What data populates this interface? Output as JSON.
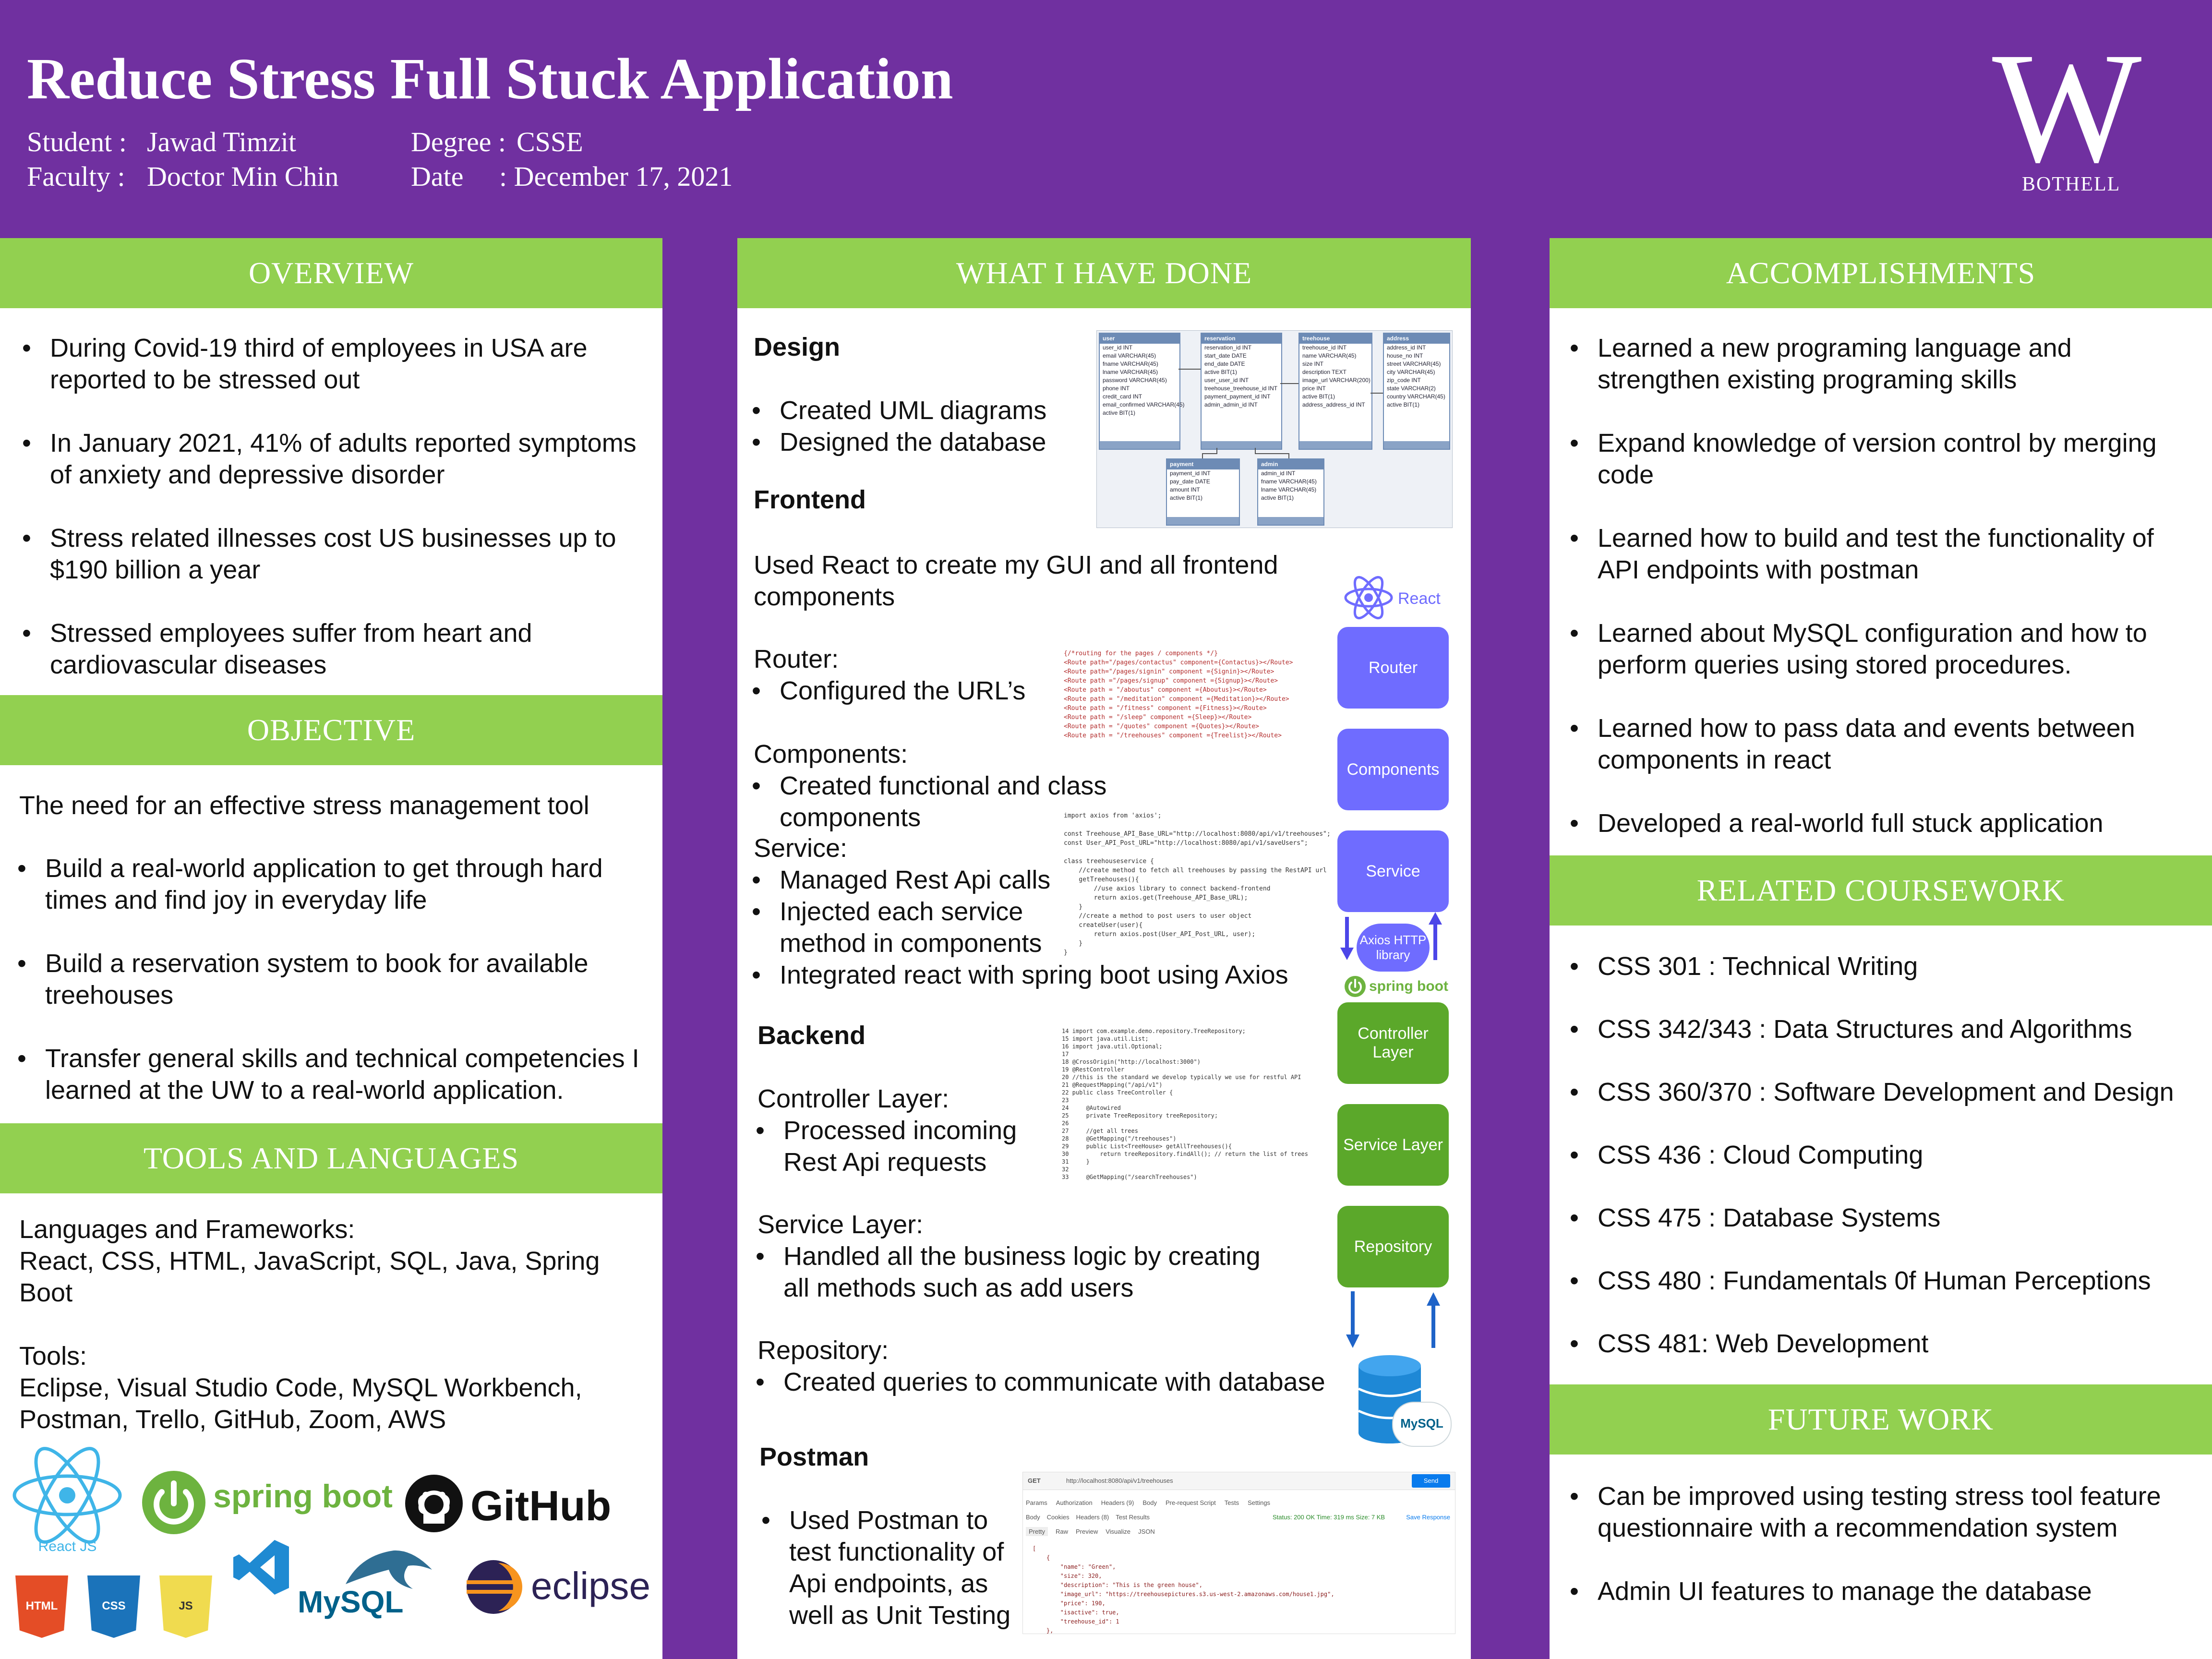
{
  "header": {
    "title": "Reduce Stress Full Stuck Application",
    "student_label": "Student :",
    "student": "Jawad Timzit",
    "faculty_label": "Faculty  :",
    "faculty": "Doctor Min Chin",
    "degree_label": "Degree :",
    "degree": "CSSE",
    "date_label": "Date",
    "date": ": December 17, 2021",
    "logo_letter": "W",
    "logo_sub": "BOTHELL"
  },
  "overview": {
    "heading": "OVERVIEW",
    "items": [
      "During Covid-19 third of employees in USA are reported to be stressed out",
      "In January 2021, 41% of adults reported symptoms of anxiety and depressive disorder",
      "Stress related illnesses cost US businesses up to $190 billion a year",
      "Stressed employees suffer from heart and cardiovascular diseases"
    ]
  },
  "objective": {
    "heading": "OBJECTIVE",
    "intro": "The need for an effective stress management tool",
    "items": [
      "Build a real-world application to get through hard times and find joy in everyday life",
      "Build a reservation system to book for available treehouses",
      "Transfer general skills and technical competencies I learned at the UW to a real-world application."
    ]
  },
  "tools": {
    "heading": "TOOLS AND LANGUAGES",
    "lang_label": "Languages and Frameworks:",
    "langs": "React, CSS, HTML, JavaScript, SQL, Java, Spring Boot",
    "tools_label": "Tools:",
    "tools": "Eclipse, Visual Studio Code, MySQL Workbench, Postman, Trello, GitHub, Zoom, AWS",
    "logos": {
      "react": "React JS",
      "spring": "spring boot",
      "github": "GitHub",
      "html": "HTML",
      "css": "CSS",
      "js": "JS",
      "mysql": "MySQL",
      "eclipse": "eclipse"
    }
  },
  "done": {
    "heading": "WHAT I HAVE DONE",
    "design_heading": "Design",
    "design_items": [
      "Created UML diagrams",
      "Designed the database"
    ],
    "frontend_heading": "Frontend",
    "frontend_text": "Used React to create my GUI and all frontend components",
    "router_label": "Router:",
    "router_items": [
      "Configured the URL’s"
    ],
    "components_label": "Components:",
    "components_items": [
      "Created functional and class components"
    ],
    "service_label": "Service:",
    "service_items": [
      "Managed Rest Api calls",
      "Injected each service method in components",
      "Integrated react with spring boot using Axios"
    ],
    "backend_heading": "Backend",
    "controller_label": "Controller Layer:",
    "controller_items": [
      "Processed incoming Rest Api requests"
    ],
    "servicelayer_label": "Service Layer:",
    "servicelayer_items": [
      "Handled all the business logic by creating all methods such as add users"
    ],
    "repository_label": "Repository:",
    "repository_items": [
      "Created queries to communicate with database"
    ],
    "postman_heading": "Postman",
    "postman_items": [
      "Used Postman to test functionality of Api endpoints, as well as Unit Testing"
    ]
  },
  "diagram": {
    "react": "React",
    "router": "Router",
    "components": "Components",
    "service": "Service",
    "axios": "Axios HTTP library",
    "springboot": "spring boot",
    "controller": "Controller Layer",
    "service_layer": "Service Layer",
    "repository": "Repository",
    "mysql": "MySQL"
  },
  "uml": {
    "tables": [
      {
        "name": "user",
        "rows": [
          "user_id INT",
          "email VARCHAR(45)",
          "fname VARCHAR(45)",
          "lname VARCHAR(45)",
          "password VARCHAR(45)",
          "phone INT",
          "credit_card INT",
          "email_confirmed VARCHAR(45)",
          "active BIT(1)"
        ]
      },
      {
        "name": "reservation",
        "rows": [
          "reservation_id INT",
          "start_date DATE",
          "end_date DATE",
          "active BIT(1)",
          "user_user_id INT",
          "treehouse_treehouse_id INT",
          "payment_payment_id INT",
          "admin_admin_id INT"
        ]
      },
      {
        "name": "treehouse",
        "rows": [
          "treehouse_id INT",
          "name VARCHAR(45)",
          "size INT",
          "description TEXT",
          "image_url VARCHAR(200)",
          "price INT",
          "active BIT(1)",
          "address_address_id INT"
        ]
      },
      {
        "name": "address",
        "rows": [
          "address_id INT",
          "house_no INT",
          "street VARCHAR(45)",
          "city VARCHAR(45)",
          "zip_code INT",
          "state VARCHAR(2)",
          "country VARCHAR(45)",
          "active BIT(1)"
        ]
      },
      {
        "name": "payment",
        "rows": [
          "payment_id INT",
          "pay_date DATE",
          "amount INT",
          "active BIT(1)"
        ]
      },
      {
        "name": "admin",
        "rows": [
          "admin_id INT",
          "fname VARCHAR(45)",
          "lname VARCHAR(45)",
          "active BIT(1)"
        ]
      }
    ]
  },
  "code": {
    "router": "{/*routing for the pages / components */}\n<Route path=\"/pages/contactus\" component={Contactus}></Route>\n<Route path=\"/pages/signin\" component ={Signin}></Route>\n<Route path =\"/pages/signup\" component ={Signup}></Route>\n<Route path = \"/aboutus\" component ={Aboutus}></Route>\n<Route path = \"/meditation\" component ={Meditation}></Route>\n<Route path = \"/fitness\" component ={Fitness}></Route>\n<Route path = \"/sleep\" component ={Sleep}></Route>\n<Route path = \"/quotes\" component ={Quotes}></Route>\n<Route path = \"/treehouses\" component ={Treelist}></Route>",
    "service": "import axios from 'axios';\n\nconst Treehouse_API_Base_URL=\"http://localhost:8080/api/v1/treehouses\";\nconst User_API_Post_URL=\"http://localhost:8080/api/v1/saveUsers\";\n\nclass treehouseservice {\n    //create method to fetch all treehouses by passing the RestAPI url\n    getTreehouses(){\n        //use axios library to connect backend-frontend\n        return axios.get(Treehouse_API_Base_URL);\n    }\n    //create a method to post users to user object\n    createUser(user){\n        return axios.post(User_API_Post_URL, user);\n    }\n}",
    "controller": "14 import com.example.demo.repository.TreeRepository;\n15 import java.util.List;\n16 import java.util.Optional;\n17\n18 @CrossOrigin(\"http://localhost:3000\")\n19 @RestController\n20 //this is the standard we develop typically we use for restful API\n21 @RequestMapping(\"/api/v1\")\n22 public class TreeController {\n23\n24     @Autowired\n25     private TreeRepository treeRepository;\n26\n27     //get all trees\n28     @GetMapping(\"/treehouses\")\n29     public List<TreeHouse> getAllTreehouses(){\n30         return treeRepository.findAll(); // return the list of trees\n31     }\n32\n33     @GetMapping(\"/searchTreehouses\")"
  },
  "postman": {
    "method": "GET",
    "url": "http://localhost:8080/api/v1/treehouses",
    "send": "Send",
    "tabs": [
      "Params",
      "Authorization",
      "Headers (9)",
      "Body",
      "Pre-request Script",
      "Tests",
      "Settings"
    ],
    "resp_tabs": [
      "Body",
      "Cookies",
      "Headers (8)",
      "Test Results"
    ],
    "status": "Status: 200 OK  Time: 319 ms  Size: 7 KB",
    "save": "Save Response",
    "view_tabs": [
      "Pretty",
      "Raw",
      "Preview",
      "Visualize",
      "JSON"
    ],
    "json": "[\n    {\n        \"name\": \"Green\",\n        \"size\": 320,\n        \"description\": \"This is the green house\",\n        \"image_url\": \"https://treehousepictures.s3.us-west-2.amazonaws.com/house1.jpg\",\n        \"price\": 190,\n        \"isactive\": true,\n        \"treehouse_id\": 1\n    },"
  },
  "accomplishments": {
    "heading": "ACCOMPLISHMENTS",
    "items": [
      "Learned a new programing language and strengthen existing programing skills",
      "Expand knowledge of version control by merging code",
      "Learned how to build and test the functionality of API endpoints with postman",
      "Learned about MySQL configuration and how to perform queries using stored procedures.",
      "Learned how to pass data and events between components in react",
      "Developed a real-world full stuck application"
    ]
  },
  "coursework": {
    "heading": "RELATED COURSEWORK",
    "items": [
      "CSS 301 : Technical Writing",
      "CSS 342/343 : Data Structures and Algorithms",
      "CSS 360/370 : Software Development and Design",
      "CSS 436 : Cloud Computing",
      "CSS 475 : Database Systems",
      "CSS 480 : Fundamentals 0f Human Perceptions",
      "CSS 481: Web Development"
    ]
  },
  "future": {
    "heading": "FUTURE WORK",
    "items": [
      "Can be improved using testing stress tool feature questionnaire with a recommendation system",
      "Admin UI features to manage the database"
    ]
  },
  "colors": {
    "purple": "#7030a0",
    "green": "#92d050",
    "box_blue": "#6f6cff",
    "box_green": "#5ba82a"
  }
}
